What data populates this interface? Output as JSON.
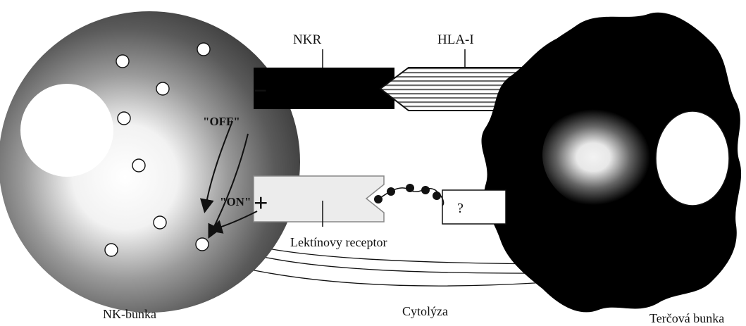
{
  "labels": {
    "nkr": "NKR",
    "hla": "HLA-I",
    "lectin_receptor": "Lektínovy receptor",
    "unknown_ligand": "?",
    "nk_cell": "NK-bunka",
    "cytolysis": "Cytolýza",
    "target_cell": "Terčová bunka",
    "off_signal": "\"OFF\"",
    "on_signal": "\"ON\"",
    "minus_sign": "−",
    "plus_sign": "+"
  },
  "colors": {
    "ink": "#111111",
    "background": "#ffffff",
    "nk_cell_dark": "#3a3a3a",
    "target_cell": "#000000"
  }
}
